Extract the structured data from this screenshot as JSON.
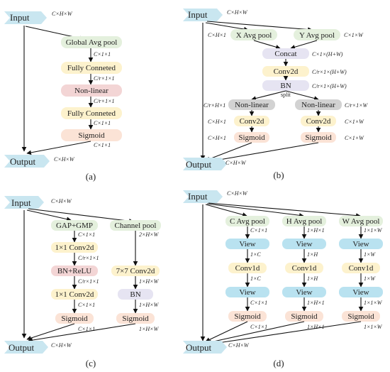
{
  "colors": {
    "io": "#c9e6f0",
    "pool": "#e4f0dd",
    "conv": "#fdf2cd",
    "act": "#f3d5d5",
    "sig": "#fbe3d6",
    "bn": "#e6e4f2",
    "grey": "#d2d2d2",
    "view": "#b9e2f0"
  },
  "panel_a": {
    "caption": "(a)",
    "input": "Input",
    "output": "Output",
    "dim_in": "C×H×W",
    "dim_out": "C×H×W",
    "b1": "Global Avg pool",
    "d1": "C×1×1",
    "b2": "Fully Conneted",
    "d2": "C/r×1×1",
    "b3": "Non-linear",
    "d3": "C/r×1×1",
    "b4": "Fully Conneted",
    "d4": "C×1×1",
    "b5": "Sigmoid"
  },
  "panel_b": {
    "caption": "(b)",
    "input": "Input",
    "output": "Output",
    "dim_in": "C×H×W",
    "dim_out": "C×H×W",
    "xpool": "X Avg pool",
    "xdim": "C×H×1",
    "ypool": "Y Avg pool",
    "ydim": "C×1×W",
    "concat": "Concat",
    "d_concat": "C×1×(H+W)",
    "conv": "Conv2d",
    "d_conv": "C/r×1×(H+W)",
    "bn": "BN",
    "d_bn": "C/r×1×(H+W)",
    "split": "split",
    "nl_l": "Non-linear",
    "d_nl_l": "C/r×H×1",
    "nl_r": "Non-linear",
    "d_nl_r": "C/r×1×W",
    "conv_l": "Conv2d",
    "d_conv_l": "C×H×1",
    "conv_r": "Conv2d",
    "d_conv_r": "C×1×W",
    "sig_l": "Sigmoid",
    "d_sig_l": "C×H×1",
    "sig_r": "Sigmoid",
    "d_sig_r": "C×1×W"
  },
  "panel_c": {
    "caption": "(c)",
    "input": "Input",
    "output": "Output",
    "dim_in": "C×H×W",
    "dim_out": "C×H×W",
    "gap": "GAP+GMP",
    "d_gap": "C×1×1",
    "c1": "1×1 Conv2d",
    "d_c1": "C/r×1×1",
    "bnr": "BN+ReLU",
    "d_bnr": "C/r×1×1",
    "c2": "1×1 Conv2d",
    "d_c2": "C×1×1",
    "sig_l": "Sigmoid",
    "d_sig_l": "C×1×1",
    "cpool": "Channel pool",
    "d_cpool": "2×H×W",
    "c7": "7×7 Conv2d",
    "d_c7": "1×H×W",
    "bn": "BN",
    "d_bn": "1×H×W",
    "sig_r": "Sigmoid",
    "d_sig_r": "1×H×W"
  },
  "panel_d": {
    "caption": "(d)",
    "input": "Input",
    "output": "Output",
    "dim_in": "C×H×W",
    "dim_out": "C×H×W",
    "cpool": "C Avg pool",
    "d_cpool": "C×1×1",
    "hpool": "H Avg pool",
    "d_hpool": "1×H×1",
    "wpool": "W Avg pool",
    "d_wpool": "1×1×W",
    "view1": "View",
    "d_v1c": "1×C",
    "d_v1h": "1×H",
    "d_v1w": "1×W",
    "conv": "Conv1d",
    "d_cc": "1×C",
    "d_ch": "1×H",
    "d_cw": "1×W",
    "view2": "View",
    "d_v2c": "C×1×1",
    "d_v2h": "1×H×1",
    "d_v2w": "1×1×W",
    "sig": "Sigmoid",
    "d_sc": "C×1×1",
    "d_sh": "1×H×1",
    "d_sw": "1×1×W"
  }
}
